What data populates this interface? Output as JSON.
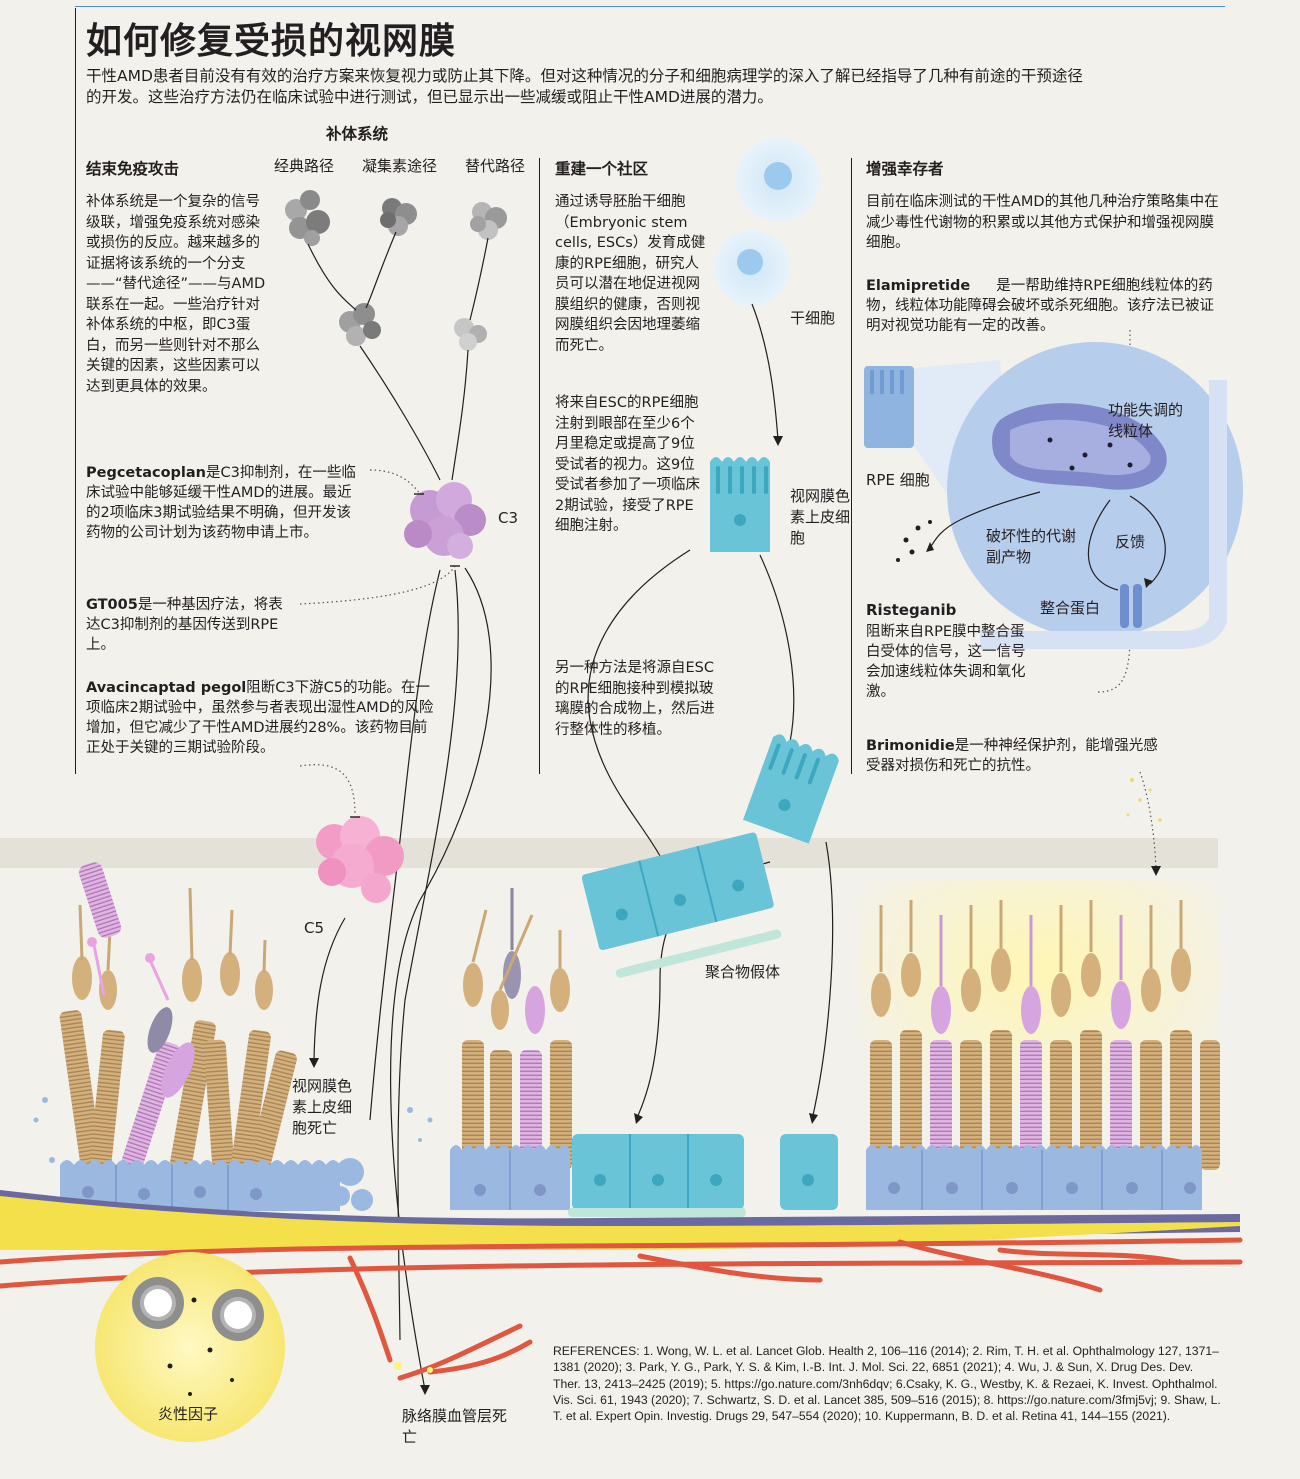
{
  "title": "如何修复受损的视网膜",
  "intro": "干性AMD患者目前没有有效的治疗方案来恢复视力或防止其下降。但对这种情况的分子和细胞病理学的深入了解已经指导了几种有前途的干预途径的开发。这些治疗方法仍在临床试验中进行测试，但已显示出一些减缓或阻止干性AMD进展的潜力。",
  "complement": {
    "header": "补体系统",
    "pathways": [
      "经典路径",
      "凝集素途径",
      "替代路径"
    ],
    "c3_label": "C3",
    "c5_label": "C5"
  },
  "col1": {
    "heading": "结束免疫攻击",
    "body": "补体系统是一个复杂的信号级联，增强免疫系统对感染或损伤的反应。越来越多的证据将该系统的一个分支——“替代途径”——与AMD联系在一起。一些治疗针对补体系统的中枢，即C3蛋白，而另一些则针对不那么关键的因素，这些因素可以达到更具体的效果。",
    "drug1_name": "Pegcetacoplan",
    "drug1_text": "是C3抑制剂，在一些临床试验中能够延缓干性AMD的进展。最近的2项临床3期试验结果不明确，但开发该药物的公司计划为该药物申请上市。",
    "drug2_name": "GT005",
    "drug2_text": "是一种基因疗法，将表达C3抑制剂的基因传送到RPE上。",
    "drug3_name": "Avacincaptad pegol",
    "drug3_text": "阻断C3下游C5的功能。在一项临床2期试验中，虽然参与者表现出湿性AMD的风险增加，但它减少了干性AMD进展约28%。该药物目前正处于关键的三期试验阶段。"
  },
  "col2": {
    "heading": "重建一个社区",
    "p1": "通过诱导胚胎干细胞（Embryonic stem cells, ESCs）发育成健康的RPE细胞，研究人员可以潜在地促进视网膜组织的健康，否则视网膜组织会因地理萎缩而死亡。",
    "p2": "将来自ESC的RPE细胞注射到眼部在至少6个月里稳定或提高了9位受试者的视力。这9位受试者参加了一项临床2期试验，接受了RPE细胞注射。",
    "p3": "另一种方法是将源自ESC的RPE细胞接种到模拟玻璃膜的合成物上，然后进行整体性的移植。",
    "stem_cell_label": "干细胞",
    "rpe_label": "视网膜色素上皮细胞",
    "scaffold_label": "聚合物假体"
  },
  "col3": {
    "heading": "增强幸存者",
    "intro": "目前在临床测试的干性AMD的其他几种治疗策略集中在减少毒性代谢物的积累或以其他方式保护和增强视网膜细胞。",
    "drug1_name": "Elamipretide",
    "drug1_text": "是一帮助维持RPE细胞线粒体的药物，线粒体功能障碍会破坏或杀死细胞。该疗法已被证明对视觉功能有一定的改善。",
    "drug2_name": "Risteganib",
    "drug2_text": "阻断来自RPE膜中整合蛋白受体的信号，这一信号会加速线粒体失调和氧化激。",
    "drug3_name": "Brimonidie",
    "drug3_text": "是一种神经保护剂，能增强光感受器对损伤和死亡的抗性。",
    "rpe_cell_label": "RPE 细胞",
    "mito_label": "功能失调的线粒体",
    "byproduct_label": "破坏性的代谢副产物",
    "feedback_label": "反馈",
    "integrin_label": "整合蛋白"
  },
  "bottom": {
    "rpe_death_label": "视网膜色素上皮细胞死亡",
    "inflammatory_label": "炎性因子",
    "choroid_label": "脉络膜血管层死亡"
  },
  "references": "REFERENCES: 1. Wong, W. L. et al. Lancet Glob. Health 2, 106–116 (2014); 2. Rim, T. H. et al. Ophthalmology 127, 1371–1381 (2020); 3. Park, Y. G., Park, Y. S. & Kim, I.-B. Int. J. Mol. Sci. 22, 6851 (2021); 4. Wu, J. & Sun, X. Drug Des. Dev. Ther. 13, 2413–2425 (2019); 5. https://go.nature.com/3nh6dqv; 6.Csaky, K. G., Westby, K. & Rezaei, K. Invest. Ophthalmol. Vis. Sci. 61, 1943 (2020); 7. Schwartz, S. D. et al. Lancet 385, 509–516 (2015); 8. https://go.nature.com/3fmj5vj; 9. Shaw, L. T. et al. Expert Opin. Investig. Drugs 29, 547–554 (2020); 10. Kuppermann, B. D. et al. Retina 41, 144–155 (2021).",
  "colors": {
    "rpe_blue": "#9ab8e0",
    "stem_teal": "#6cc3d8",
    "c3_purple": "#c9a0d6",
    "c5_pink": "#f3a8cc",
    "choroid_red": "#e0563e",
    "bruch_yellow": "#f4e04a",
    "accent_blue": "#4a8fc6"
  }
}
